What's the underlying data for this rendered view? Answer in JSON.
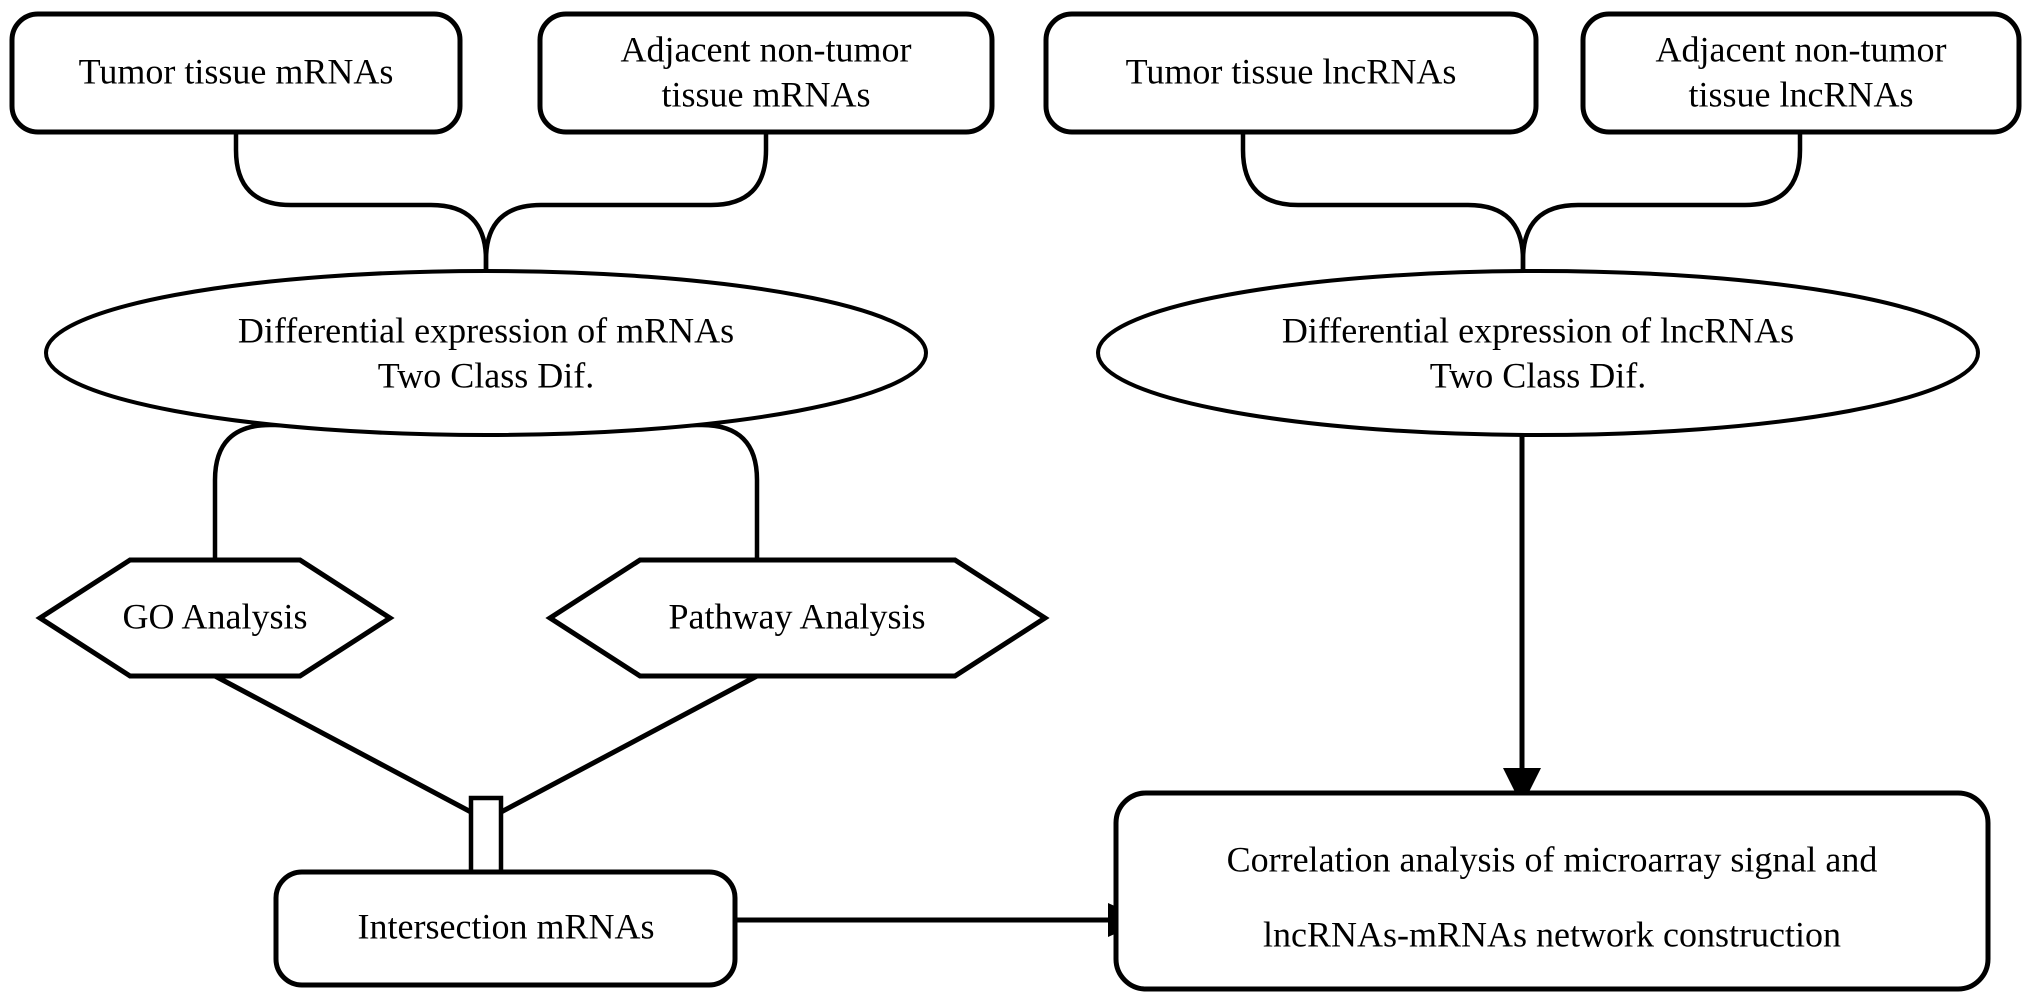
{
  "diagram": {
    "title": "lncRNA-mRNA microarray analysis workflow",
    "background_color": "#ffffff",
    "line_color": "#000000",
    "nodes": {
      "tumor_mrna": {
        "label": "Tumor tissue mRNAs",
        "shape": "rounded-rect"
      },
      "adjacent_mrna_line1": {
        "label": "Adjacent non-tumor",
        "shape": "rounded-rect"
      },
      "adjacent_mrna_line2": {
        "label": "tissue mRNAs"
      },
      "tumor_lncrna": {
        "label": "Tumor tissue lncRNAs",
        "shape": "rounded-rect"
      },
      "adjacent_lncrna_line1": {
        "label": "Adjacent non-tumor",
        "shape": "rounded-rect"
      },
      "adjacent_lncrna_line2": {
        "label": "tissue lncRNAs"
      },
      "diff_mrna_line1": {
        "label": "Differential expression of mRNAs",
        "shape": "ellipse"
      },
      "diff_mrna_line2": {
        "label": "Two Class Dif."
      },
      "diff_lncrna_line1": {
        "label": "Differential expression of lncRNAs",
        "shape": "ellipse"
      },
      "diff_lncrna_line2": {
        "label": "Two Class Dif."
      },
      "go_analysis": {
        "label": "GO Analysis",
        "shape": "hexagon"
      },
      "pathway_analysis": {
        "label": "Pathway Analysis",
        "shape": "hexagon"
      },
      "intersection_mrnas": {
        "label": "Intersection mRNAs",
        "shape": "rounded-rect"
      },
      "correlation_line1": {
        "label": "Correlation analysis of microarray signal and",
        "shape": "rounded-rect"
      },
      "correlation_line2": {
        "label": "lncRNAs-mRNAs network construction"
      }
    },
    "edges": [
      {
        "name": "mrna-merge-brace",
        "from": "tumor_mrna + adjacent_mrna",
        "to": "diff_mrna",
        "style": "brace"
      },
      {
        "name": "lncrna-merge-brace",
        "from": "tumor_lncrna + adjacent_lncrna",
        "to": "diff_lncrna",
        "style": "brace"
      },
      {
        "name": "mrna-split-brace",
        "from": "diff_mrna",
        "to": "go_analysis + pathway_analysis",
        "style": "brace"
      },
      {
        "name": "analysis-merge",
        "from": "go_analysis + pathway_analysis",
        "to": "intersection_mrnas",
        "style": "hollow-arrow"
      },
      {
        "name": "intersection-to-correlation",
        "from": "intersection_mrnas",
        "to": "correlation",
        "style": "solid-arrow"
      },
      {
        "name": "lncrna-to-correlation",
        "from": "diff_lncrna",
        "to": "correlation",
        "style": "solid-arrow"
      }
    ]
  }
}
